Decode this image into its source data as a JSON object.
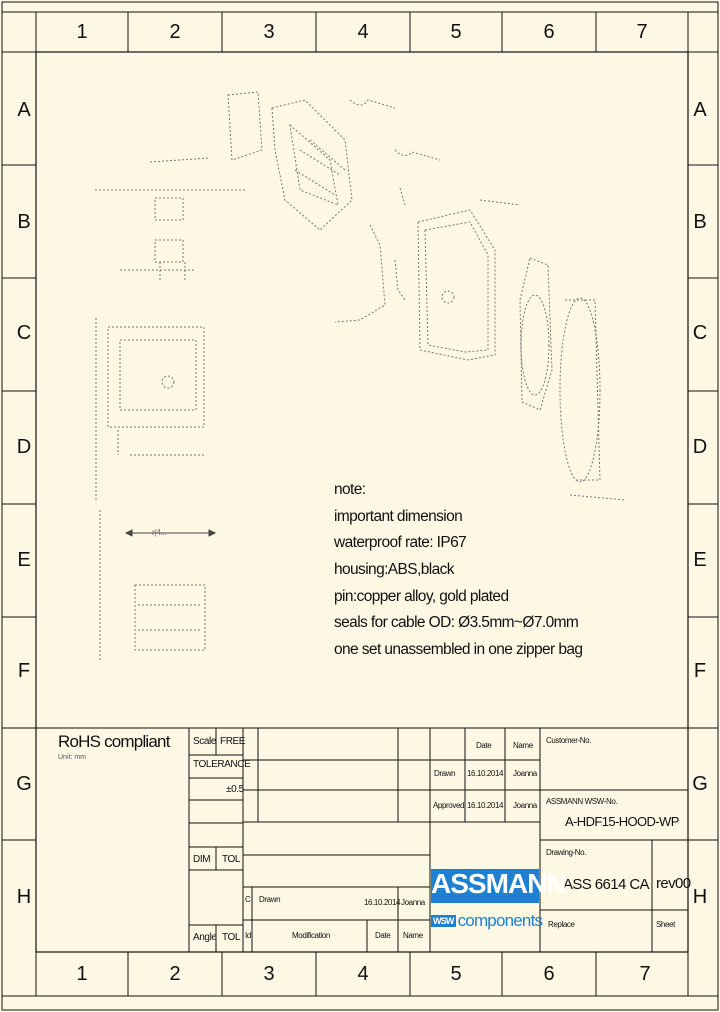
{
  "border": {
    "columns": [
      "1",
      "2",
      "3",
      "4",
      "5",
      "6",
      "7"
    ],
    "rows": [
      "A",
      "B",
      "C",
      "D",
      "E",
      "F",
      "G",
      "H"
    ]
  },
  "notes": {
    "heading": "note:",
    "lines": [
      "important dimension",
      "waterproof rate: IP67",
      "housing:ABS,black",
      "pin:copper alloy, gold plated",
      "seals for cable OD: Ø3.5mm~Ø7.0mm",
      "one set unassembled in one zipper bag"
    ]
  },
  "drawing_labels": {
    "dim_label": "r(4...",
    "unit_note": "Unit: mm"
  },
  "title_block": {
    "rohs": "RoHS compliant",
    "scale_label": "Scale",
    "scale_value": "FREE",
    "tolerance_label": "TOLERANCE",
    "tolerance_value": "±0.5",
    "dim_label": "DIM",
    "tol_label": "TOL",
    "angle_label": "Angle",
    "angle_tol_label": "TOL",
    "date_header": "Date",
    "name_header": "Name",
    "drawn_label": "Drawn",
    "drawn_date": "16.10.2014",
    "drawn_name": "Joanna",
    "approved_label": "Approved",
    "approved_date": "16.10.2014",
    "approved_name": "Joanna",
    "customer_no_label": "Customer-No.",
    "assmann_no_label": "ASSMANN WSW-No.",
    "part_number": "A-HDF15-HOOD-WP",
    "drawing_no_label": "Drawing-No.",
    "drawing_number": "ASS 6614 CA",
    "revision": "rev00",
    "replace_label": "Replace",
    "sheet_label": "Sheet",
    "rev_c": "C",
    "rev_c_desc": "Drawn",
    "rev_c_date": "16.10.2014",
    "rev_c_name": "Joanna",
    "rev_index_label": "Id.",
    "modification_label": "Modification",
    "rev_date_label": "Date",
    "rev_name_label": "Name",
    "logo_main": "ASSMANN",
    "logo_sub": "components",
    "logo_badge": "WSW"
  }
}
